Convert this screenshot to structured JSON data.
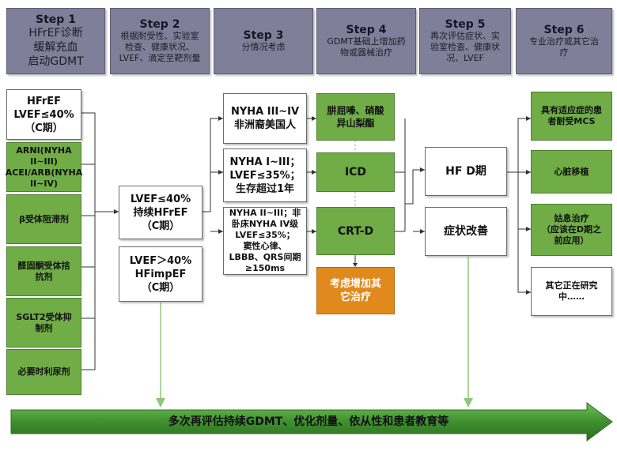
{
  "steps": [
    {
      "title": "Step 1",
      "desc": "HFrEF诊断\n缓解充血\n启动GDMT"
    },
    {
      "title": "Step 2",
      "desc": "根据耐受性、实验室\n检查、健康状况、\nLVEF、滴定至靶剂量"
    },
    {
      "title": "Step 3",
      "desc": "分情况考虑"
    },
    {
      "title": "Step 4",
      "desc": "GDMT基础上增加药\n物或器械治疗"
    },
    {
      "title": "Step 5",
      "desc": "再次评估症状、实\n验室检查、健康状\n况、LVEF"
    },
    {
      "title": "Step 6",
      "desc": "专业治疗或其它治\n疗"
    }
  ],
  "col1": {
    "header": "HFrEF\nLVEF≤40%\n（C期）",
    "drugs": [
      "ARNI(NYHA\nII~III)\nACEI/ARB(NYHA\nII~IV)",
      "β受体阻滞剂",
      "醛固酮受体拮\n抗剂",
      "SGLT2受体抑\n制剂",
      "必要时利尿剂"
    ]
  },
  "col2": {
    "persistent": "LVEF≤40%\n持续HFrEF\n（C期）",
    "improved": "LVEF＞40%\nHFimpEF\n（C期）"
  },
  "col3": {
    "cond1": "NYHA III~IV\n非洲裔美国人",
    "cond2": "NYHA I~III；\nLVEF≤35%；\n生存超过1年",
    "cond3": "NYHA II~III；非\n卧床NYHA IV级\nLVEF≤35%；\n窦性心律、\nLBBB、QRS间期\n≥150ms"
  },
  "col4": {
    "therapy1": "肼屈嗪、硝酸\n异山梨酯",
    "therapy2": "ICD",
    "therapy3": "CRT-D",
    "other": "考虑增加其\n它治疗"
  },
  "col5": {
    "hfd": "HF D期",
    "improve": "症状改善"
  },
  "col6": {
    "items": [
      "具有适应症的患\n者耐受MCS",
      "心脏移植",
      "姑息治疗\n（应该在D期之\n前应用）",
      "其它正在研究\n中……"
    ]
  },
  "banner": "多次再评估持续GDMT、优化剂量、依从性和患者教育等",
  "colors": {
    "step": "#7f7f99",
    "green": "#70ad47",
    "orange": "#e08a1e",
    "banner": "#3f8f2f"
  }
}
